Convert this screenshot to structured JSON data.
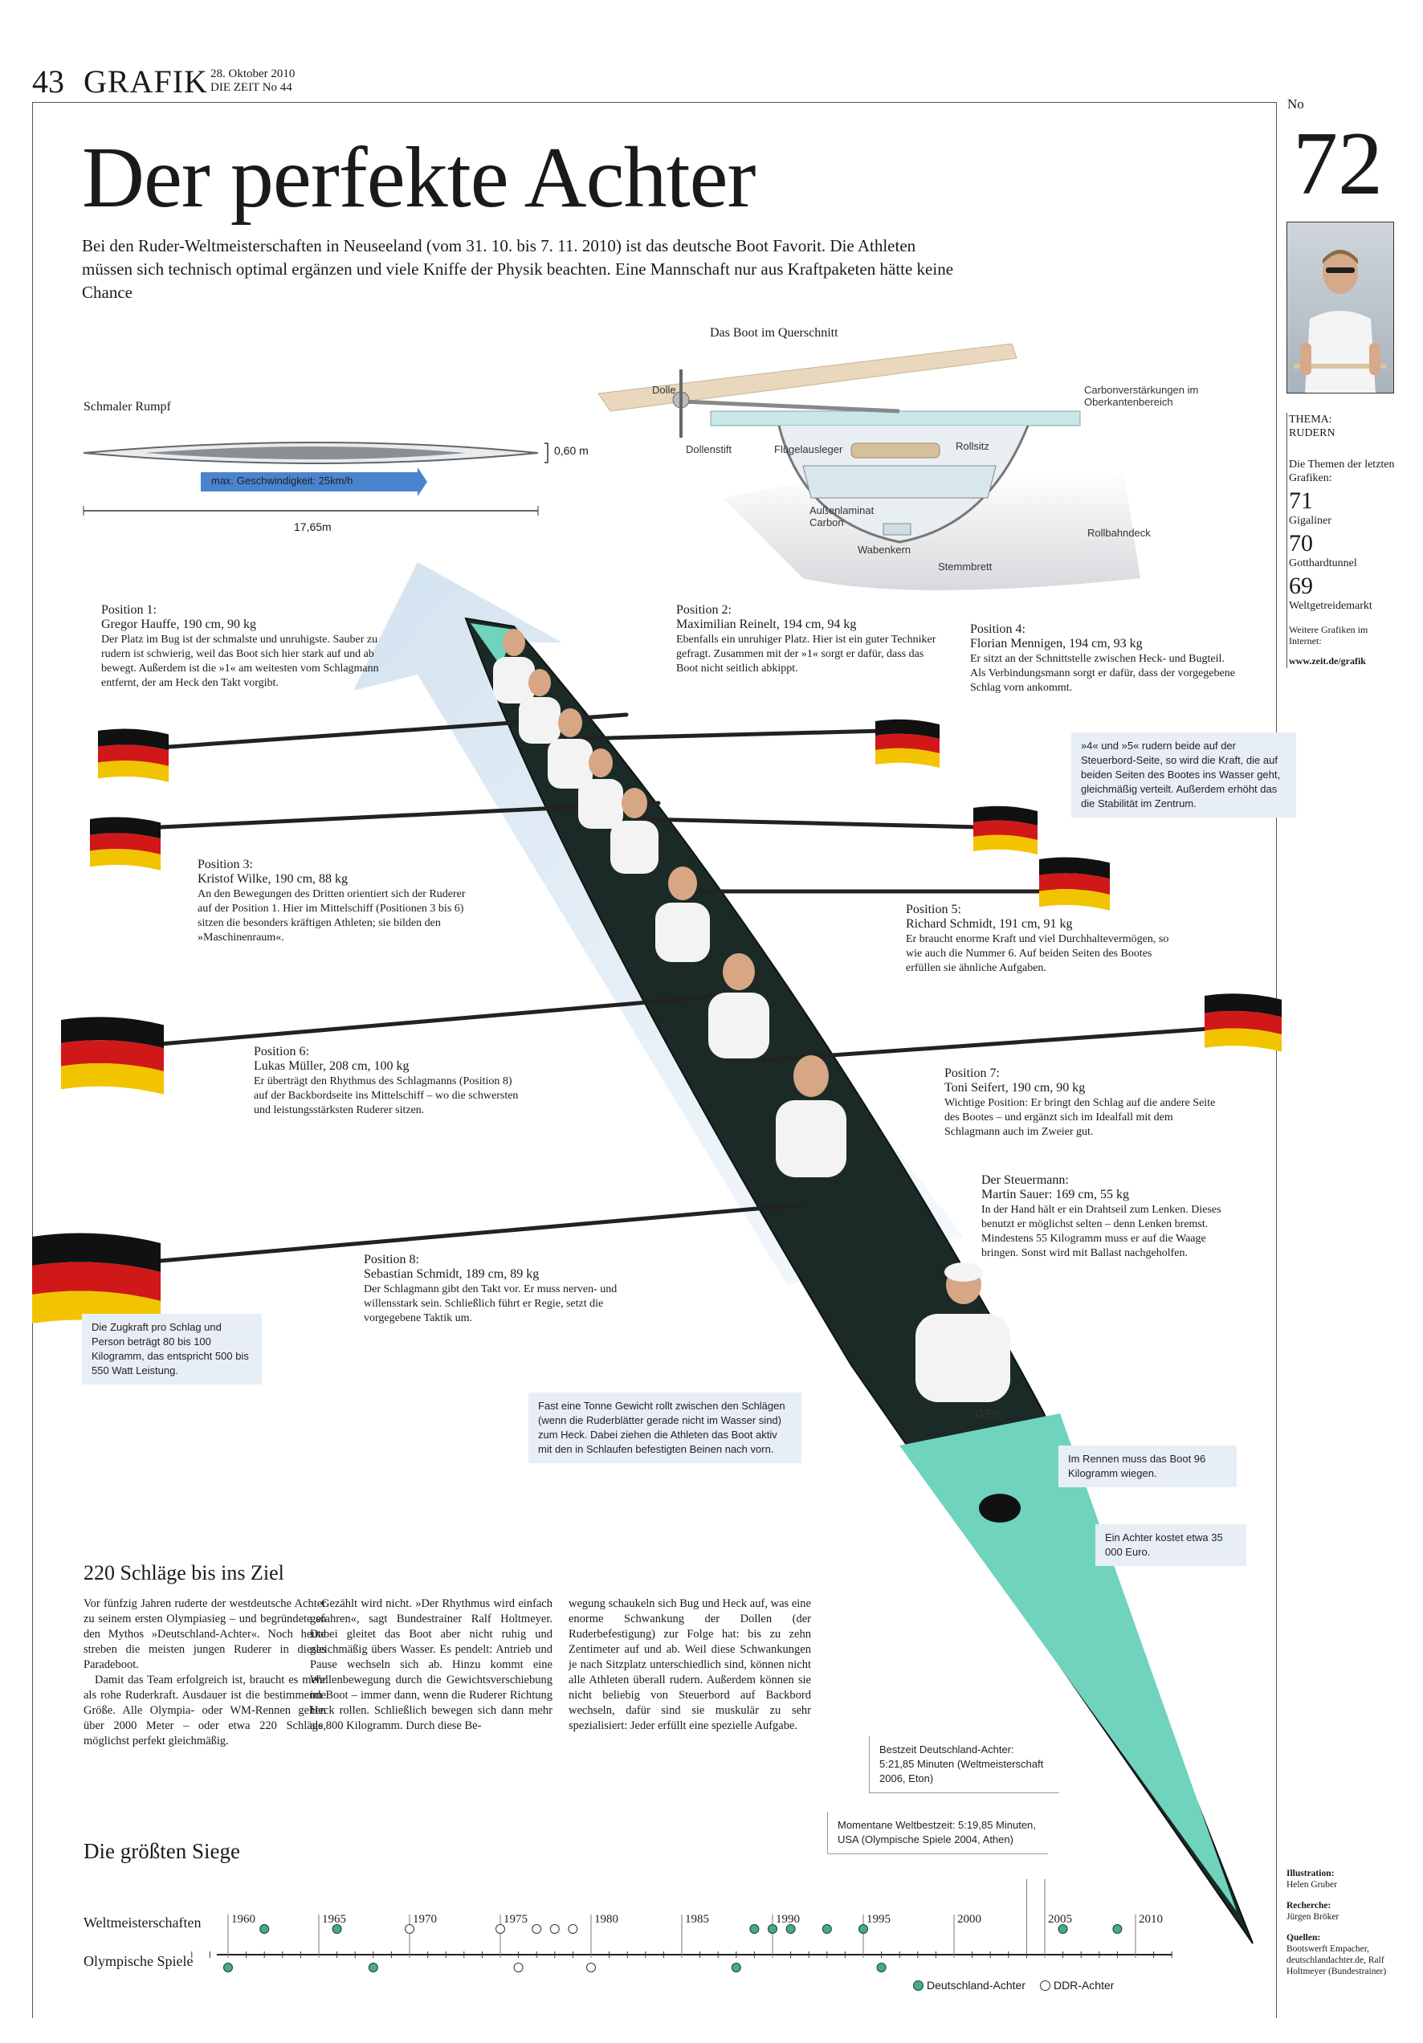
{
  "header": {
    "page": "43",
    "section": "GRAFIK",
    "date": "28. Oktober 2010",
    "paper": "DIE ZEIT  No 44"
  },
  "title": "Der perfekte Achter",
  "intro": "Bei den Ruder-Weltmeisterschaften in Neuseeland (vom 31. 10. bis 7. 11. 2010) ist das deutsche Boot Favorit. Die Athleten müssen sich technisch optimal ergänzen und viele Kniffe der Physik beachten. Eine Mannschaft nur aus Kraftpaketen hätte keine Chance",
  "sidebar": {
    "no_label": "No",
    "no": "72",
    "thema_label": "THEMA:",
    "thema": "RUDERN",
    "themes_label": "Die Themen der letzten Grafiken:",
    "themes": [
      {
        "num": "71",
        "name": "Gigaliner"
      },
      {
        "num": "70",
        "name": "Gotthardtunnel"
      },
      {
        "num": "69",
        "name": "Weltgetreidemarkt"
      }
    ],
    "more": "Weitere Grafiken im Internet:",
    "url": "www.zeit.de/grafik"
  },
  "cross_section": {
    "title": "Das Boot im Querschnitt",
    "labels": {
      "dolle": "Dolle",
      "dollenstift": "Dollenstift",
      "fluegel": "Flügelausleger",
      "rollsitz": "Rollsitz",
      "carbon": "Carbonverstärkungen im Oberkantenbereich",
      "aussen": "Außenlaminat Carbon",
      "waben": "Wabenkern",
      "stemm": "Stemmbrett",
      "rollbahn": "Rollbahndeck"
    }
  },
  "hull": {
    "label": "Schmaler Rumpf",
    "width": "0,60 m",
    "speed": "max. Geschwindigkeit: 25km/h",
    "length": "17,65m"
  },
  "positions": [
    {
      "head": "Position 1:",
      "name": "Gregor Hauffe, 190 cm, 90 kg",
      "text": "Der Platz im Bug ist der schmalste und unruhigste. Sauber zu rudern ist schwierig, weil das Boot sich hier stark auf und ab bewegt. Außerdem ist die »1« am weitesten vom Schlagmann entfernt, der am Heck den Takt vorgibt."
    },
    {
      "head": "Position 2:",
      "name": "Maximilian Reinelt, 194 cm, 94 kg",
      "text": "Ebenfalls ein unruhiger Platz. Hier ist ein guter Techniker gefragt. Zusammen mit der »1« sorgt er dafür, dass das Boot nicht seitlich abkippt."
    },
    {
      "head": "Position 3:",
      "name": "Kristof Wilke, 190 cm, 88 kg",
      "text": "An den Bewegungen des Dritten orientiert sich der Ruderer auf der Position 1. Hier im Mittelschiff (Positionen 3 bis 6) sitzen die besonders kräftigen Athleten; sie bilden den »Maschinenraum«."
    },
    {
      "head": "Position 4:",
      "name": "Florian Mennigen, 194 cm, 93 kg",
      "text": "Er sitzt an der Schnittstelle zwischen Heck- und Bugteil. Als Verbindungsmann sorgt er dafür, dass der vorgegebene Schlag vorn ankommt."
    },
    {
      "head": "Position 5:",
      "name": "Richard Schmidt, 191 cm, 91 kg",
      "text": "Er braucht enorme Kraft und viel Durchhaltevermögen, so wie auch die Nummer 6. Auf beiden Seiten des Bootes erfüllen sie ähnliche Aufgaben."
    },
    {
      "head": "Position 6:",
      "name": "Lukas Müller, 208 cm, 100 kg",
      "text": "Er überträgt den Rhythmus des Schlagmanns (Position 8) auf der Backbordseite ins Mittelschiff – wo die schwersten und leistungsstärksten Ruderer sitzen."
    },
    {
      "head": "Position 7:",
      "name": "Toni Seifert, 190 cm, 90 kg",
      "text": "Wichtige Position: Er bringt den Schlag auf die andere Seite des Bootes – und ergänzt sich im Idealfall mit dem Schlagmann auch im Zweier gut."
    },
    {
      "head": "Position 8:",
      "name": "Sebastian Schmidt, 189 cm, 89 kg",
      "text": "Der Schlagmann gibt den Takt vor. Er muss nerven- und willensstark sein. Schließlich führt er Regie, setzt die vorgegebene Taktik um."
    },
    {
      "head": "Der Steuermann:",
      "name": "Martin Sauer: 169 cm, 55 kg",
      "text": "In der Hand hält er ein Drahtseil zum Lenken. Dieses benutzt er möglichst selten – denn Lenken bremst. Mindestens 55 Kilogramm muss er auf die Waage bringen. Sonst wird mit Ballast nachgeholfen."
    }
  ],
  "boxes": {
    "side45": "»4« und »5« rudern beide auf der Steuerbord-Seite, so wird die Kraft, die auf beiden Seiten des Bootes ins Wasser geht, gleichmäßig verteilt. Außerdem erhöht das die Stabilität im Zentrum.",
    "zugkraft": "Die Zugkraft pro Schlag und Person beträgt 80 bis 100 Kilogramm, das entspricht 500 bis 550 Watt Leistung.",
    "tonne": "Fast eine Tonne Gewicht rollt zwischen den Schlägen (wenn die Ruderblätter gerade nicht im Wasser sind) zum Heck. Dabei ziehen die Athleten das Boot aktiv mit den in Schlaufen befestigten Beinen nach vorn.",
    "gewicht": "Im Rennen muss das Boot 96 Kilogramm wiegen.",
    "kosten": "Ein Achter kostet etwa 35 000 Euro.",
    "bestzeit_de": "Bestzeit Deutschland-Achter: 5:21,85 Minuten (Weltmeisterschaft 2006, Eton)",
    "weltbest": "Momentane Weltbestzeit: 5:19,85 Minuten, USA (Olympische Spiele 2004, Athen)"
  },
  "coxswain_shirt": "GER",
  "article": {
    "title": "220 Schläge bis ins Ziel",
    "col1": "Vor fünfzig Jahren ruderte der westdeutsche Achter zu seinem ersten Olympiasieg – und begründete so den Mythos »Deutschland-Achter«. Noch heute streben die meisten jungen Ruderer in dieses Paradeboot.",
    "col1b": "Damit das Team erfolgreich ist, braucht es mehr als rohe Ruderkraft. Ausdauer ist die bestimmende Größe. Alle Olympia- oder WM-Rennen gehen über 2000 Meter – oder etwa 220 Schläge, möglichst perfekt gleichmäßig.",
    "col2": "Gezählt wird nicht. »Der Rhythmus wird einfach gefahren«, sagt Bundestrainer Ralf Holtmeyer. Dabei gleitet das Boot aber nicht ruhig und gleichmäßig übers Wasser. Es pendelt: Antrieb und Pause wechseln sich ab. Hinzu kommt eine Wellenbewegung durch die Gewichtsverschiebung im Boot – immer dann, wenn die Ruderer Richtung Heck rollen. Schließlich bewegen sich dann mehr als 800 Kilogramm. Durch diese Be-",
    "col3": "wegung schaukeln sich Bug und Heck auf, was eine enorme Schwankung der Dollen (der Ruderbefestigung) zur Folge hat: bis zu zehn Zentimeter auf und ab. Weil diese Schwankungen je nach Sitzplatz unterschiedlich sind, können nicht alle Athleten überall rudern. Außerdem können sie nicht beliebig von Steuerbord auf Backbord wechseln, dafür sind sie muskulär zu sehr spezialisiert: Jeder erfüllt eine spezielle Aufgabe."
  },
  "timeline": {
    "title": "Die größten Siege",
    "rows": [
      "Weltmeisterschaften",
      "Olympische Spiele"
    ],
    "years": [
      "1960",
      "1965",
      "1970",
      "1975",
      "1980",
      "1985",
      "1990",
      "1995",
      "2000",
      "2005",
      "2010"
    ],
    "wm": [
      {
        "year": 1962,
        "type": "de"
      },
      {
        "year": 1966,
        "type": "de"
      },
      {
        "year": 1970,
        "type": "ddr"
      },
      {
        "year": 1975,
        "type": "ddr"
      },
      {
        "year": 1977,
        "type": "ddr"
      },
      {
        "year": 1978,
        "type": "ddr"
      },
      {
        "year": 1979,
        "type": "ddr"
      },
      {
        "year": 1989,
        "type": "de"
      },
      {
        "year": 1990,
        "type": "de"
      },
      {
        "year": 1991,
        "type": "de"
      },
      {
        "year": 1993,
        "type": "de"
      },
      {
        "year": 1995,
        "type": "de"
      },
      {
        "year": 2006,
        "type": "de"
      },
      {
        "year": 2009,
        "type": "de"
      }
    ],
    "og": [
      {
        "year": 1960,
        "type": "de"
      },
      {
        "year": 1968,
        "type": "de"
      },
      {
        "year": 1976,
        "type": "ddr"
      },
      {
        "year": 1980,
        "type": "ddr"
      },
      {
        "year": 1988,
        "type": "de"
      },
      {
        "year": 1996,
        "type": "de"
      }
    ],
    "legend": [
      "Deutschland-Achter",
      "DDR-Achter"
    ],
    "colors": {
      "de": "#3fae8c",
      "ddr": "#ffffff"
    }
  },
  "credits": {
    "illu_label": "Illustration:",
    "illu": "Helen Gruber",
    "rech_label": "Recherche:",
    "rech": "Jürgen Bröker",
    "src_label": "Quellen:",
    "src": "Bootswerft Empacher, deutschlandachter.de, Ralf Holtmeyer (Bundestrainer)"
  }
}
